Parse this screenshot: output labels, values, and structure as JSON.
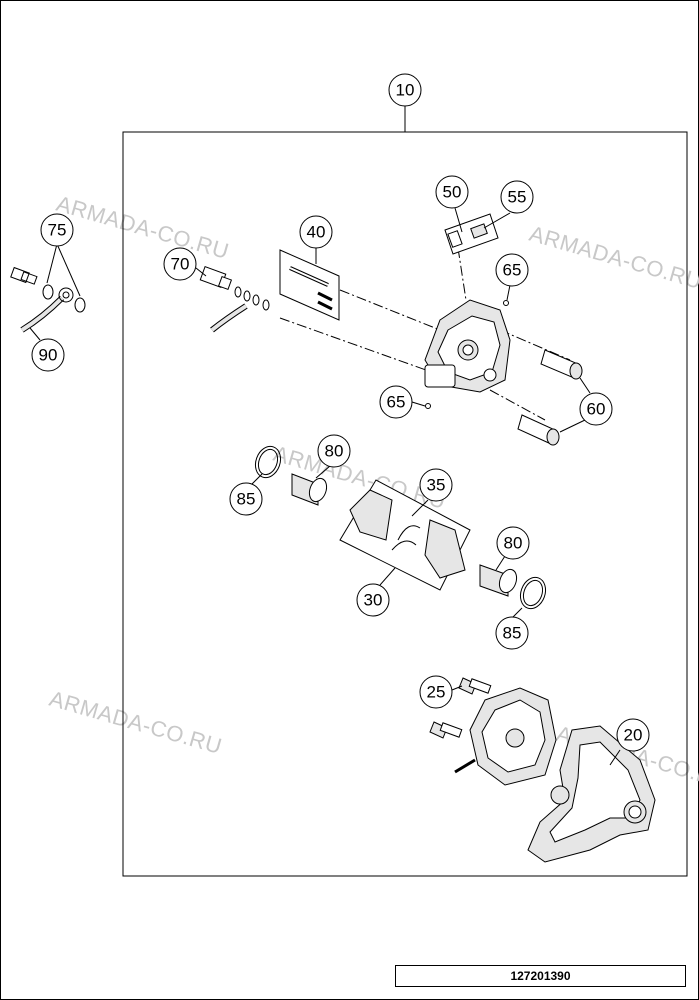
{
  "watermark": "ARMADA-CO.RU",
  "drawing_number": "127201390",
  "callouts": {
    "c10": "10",
    "c20": "20",
    "c25": "25",
    "c30": "30",
    "c35": "35",
    "c40": "40",
    "c50": "50",
    "c55": "55",
    "c60": "60",
    "c65a": "65",
    "c65b": "65",
    "c70": "70",
    "c75": "75",
    "c80a": "80",
    "c80b": "80",
    "c85a": "85",
    "c85b": "85",
    "c90": "90"
  },
  "colors": {
    "line": "#000000",
    "watermark": "#c8c8c8",
    "part_shade": "#e6e6e6"
  }
}
